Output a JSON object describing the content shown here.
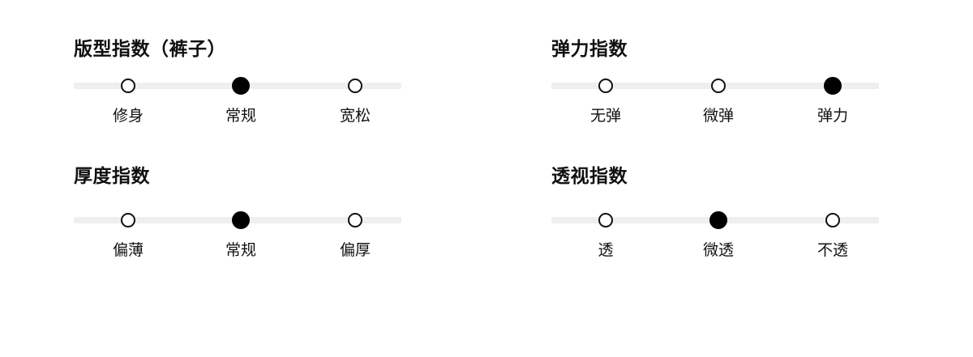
{
  "sections": [
    {
      "title": "版型指数（裤子）",
      "options": [
        "修身",
        "常规",
        "宽松"
      ],
      "selected": 1
    },
    {
      "title": "弹力指数",
      "options": [
        "无弹",
        "微弹",
        "弹力"
      ],
      "selected": 2
    },
    {
      "title": "厚度指数",
      "options": [
        "偏薄",
        "常规",
        "偏厚"
      ],
      "selected": 1
    },
    {
      "title": "透视指数",
      "options": [
        "透",
        "微透",
        "不透"
      ],
      "selected": 1
    }
  ],
  "colors": {
    "track": "#efefef",
    "dot_border": "#111111",
    "dot_active": "#000000",
    "text": "#111111"
  }
}
